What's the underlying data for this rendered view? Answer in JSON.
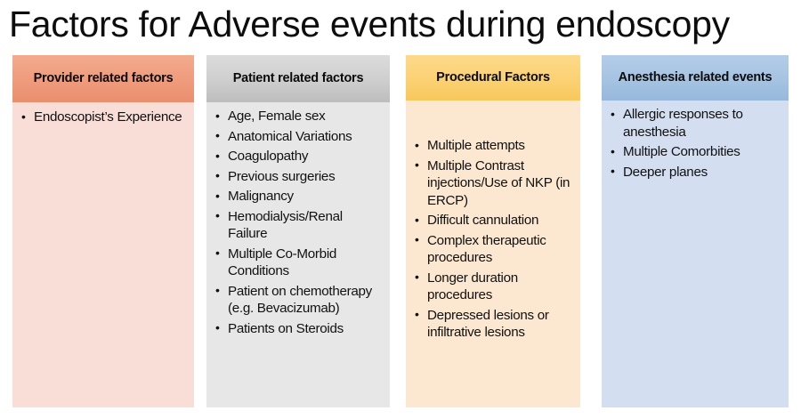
{
  "title": "Factors for Adverse events during endoscopy",
  "columns": [
    {
      "id": "provider",
      "header": "Provider related factors",
      "header_color": "#ef9b7c",
      "body_color": "#f8ded7",
      "items": [
        "Endoscopist’s Experience"
      ]
    },
    {
      "id": "patient",
      "header": "Patient related factors",
      "header_color": "#cfcfcf",
      "body_color": "#e7e7e7",
      "items": [
        "Age, Female sex",
        "Anatomical Variations",
        "Coagulopathy",
        "Previous surgeries",
        "Malignancy",
        "Hemodialysis/Renal Failure",
        "Multiple Co-Morbid Conditions",
        "Patient on chemotherapy (e.g. Bevacizumab)",
        "Patients on Steroids"
      ]
    },
    {
      "id": "procedural",
      "header": "Procedural Factors",
      "header_color": "#fbd173",
      "body_color": "#fce8d1",
      "items": [
        "Multiple attempts",
        "Multiple Contrast injections/Use of NKP (in ERCP)",
        "Difficult cannulation",
        "Complex therapeutic procedures",
        "Longer duration procedures",
        "Depressed lesions or infiltrative lesions"
      ]
    },
    {
      "id": "anesthesia",
      "header": "Anesthesia related events",
      "header_color": "#a5c3e2",
      "body_color": "#d3dff0",
      "items": [
        "Allergic responses to anesthesia",
        "Multiple Comorbities",
        "Deeper planes"
      ]
    }
  ]
}
